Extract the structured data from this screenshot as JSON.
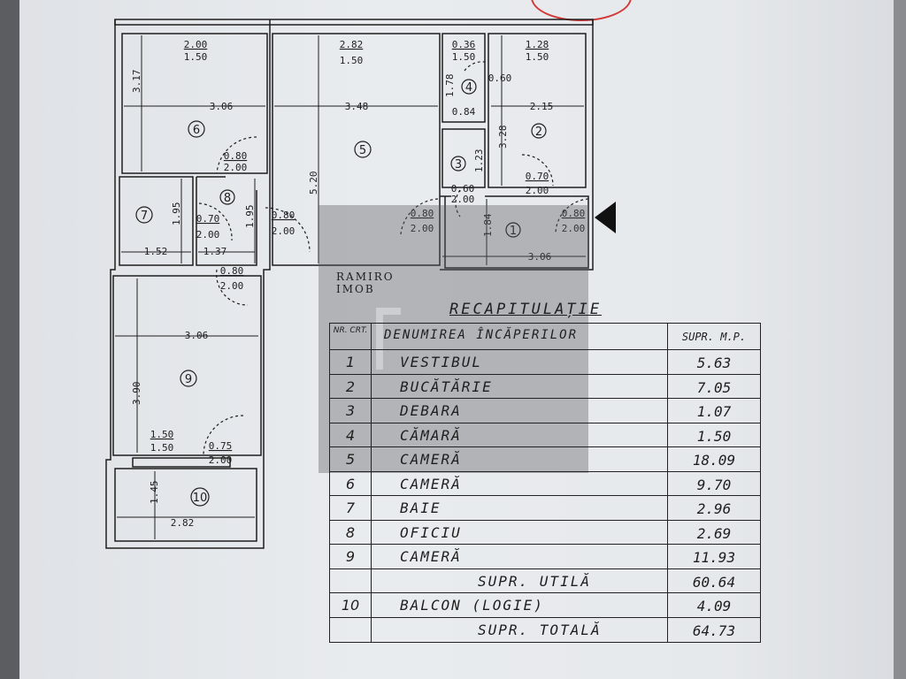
{
  "plan": {
    "rooms": [
      {
        "no": "1",
        "dims": [
          "3.06",
          "1.84"
        ]
      },
      {
        "no": "2",
        "dims": [
          "2.15",
          "3.28"
        ]
      },
      {
        "no": "3",
        "dims": [
          "1.23"
        ]
      },
      {
        "no": "4",
        "dims": [
          "1.78",
          "0.84"
        ]
      },
      {
        "no": "5",
        "dims": [
          "3.48",
          "5.20"
        ]
      },
      {
        "no": "6",
        "dims": [
          "3.06",
          "3.17"
        ]
      },
      {
        "no": "7",
        "dims": [
          "1.52",
          "1.95"
        ]
      },
      {
        "no": "8",
        "dims": [
          "1.37",
          "1.95"
        ]
      },
      {
        "no": "9",
        "dims": [
          "3.06",
          "3.90"
        ]
      },
      {
        "no": "10",
        "dims": [
          "2.82",
          "1.45"
        ]
      }
    ],
    "windows": [
      {
        "w": "2.00",
        "h": "1.50"
      },
      {
        "w": "2.82",
        "h": "1.50"
      },
      {
        "w": "0.36",
        "h": "1.50"
      },
      {
        "w": "1.28",
        "h": "1.50"
      },
      {
        "w": "1.50",
        "h": "1.50"
      }
    ],
    "doors": [
      {
        "w": "0.80",
        "h": "2.00"
      },
      {
        "w": "0.70",
        "h": "2.00"
      },
      {
        "w": "0.80",
        "h": "2.00"
      },
      {
        "w": "0.80",
        "h": "2.00"
      },
      {
        "w": "0.80",
        "h": "2.00"
      },
      {
        "w": "0.60",
        "h": "2.00"
      },
      {
        "w": "0.70",
        "h": "2.00"
      },
      {
        "w": "0.80",
        "h": "2.00"
      },
      {
        "w": "0.75",
        "h": "2.00"
      },
      {
        "w": "0.60",
        "h": ""
      }
    ]
  },
  "watermark": {
    "line1": "RAMIRO",
    "line2": "IMOB"
  },
  "summary": {
    "title": "RECAPITULAȚIE",
    "headers": {
      "no": "NR. CRT.",
      "name": "DENUMIREA ÎNCĂPERILOR",
      "area": "SUPR. M.P."
    },
    "rows": [
      {
        "no": "1",
        "name": "VESTIBUL",
        "area": "5.63"
      },
      {
        "no": "2",
        "name": "BUCĂTĂRIE",
        "area": "7.05"
      },
      {
        "no": "3",
        "name": "DEBARA",
        "area": "1.07"
      },
      {
        "no": "4",
        "name": "CĂMARĂ",
        "area": "1.50"
      },
      {
        "no": "5",
        "name": "CAMERĂ",
        "area": "18.09"
      },
      {
        "no": "6",
        "name": "CAMERĂ",
        "area": "9.70"
      },
      {
        "no": "7",
        "name": "BAIE",
        "area": "2.96"
      },
      {
        "no": "8",
        "name": "OFICIU",
        "area": "2.69"
      },
      {
        "no": "9",
        "name": "CAMERĂ",
        "area": "11.93"
      },
      {
        "no": "",
        "name": "SUPR. UTILĂ",
        "area": "60.64"
      },
      {
        "no": "10",
        "name": "BALCON (LOGIE)",
        "area": "4.09"
      },
      {
        "no": "",
        "name": "SUPR. TOTALĂ",
        "area": "64.73"
      }
    ]
  }
}
